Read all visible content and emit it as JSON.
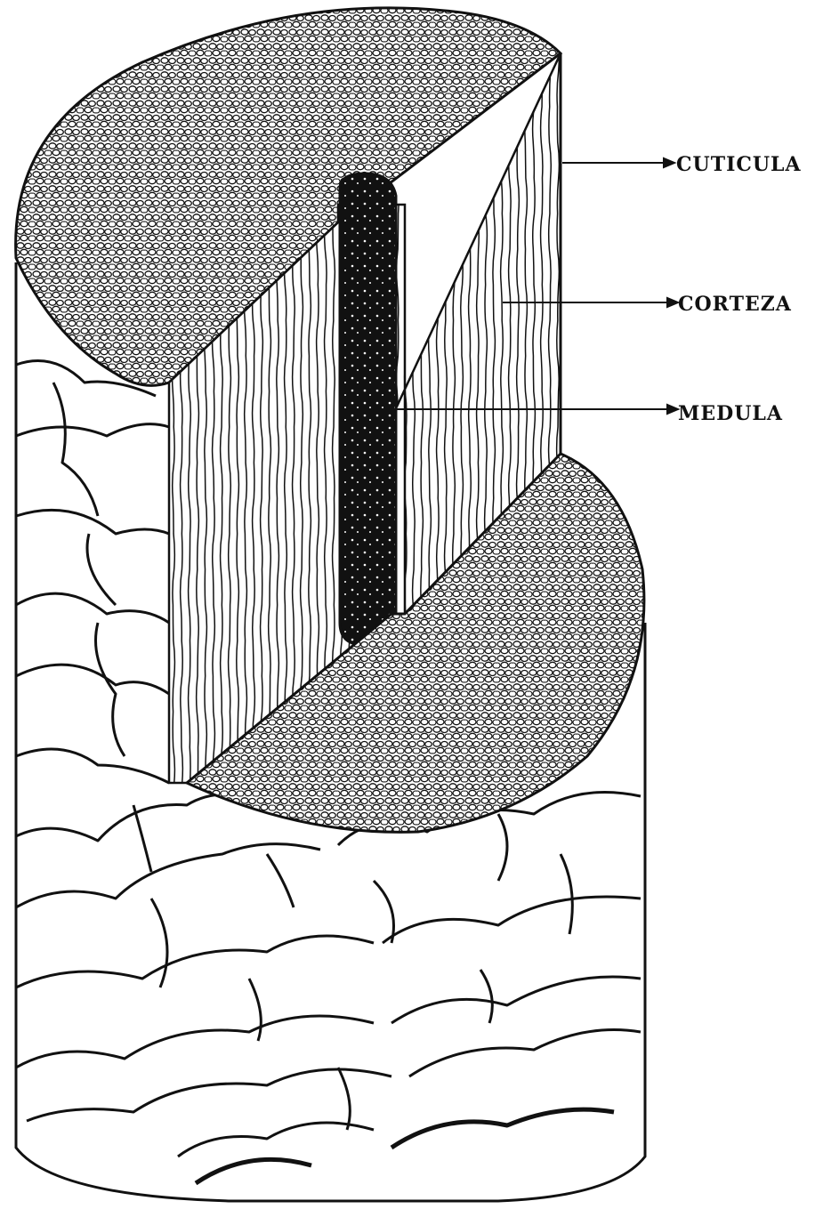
{
  "labels": {
    "cuticula": "CUTICULA",
    "corteza": "CORTEZA",
    "medula": "MEDULA"
  },
  "colors": {
    "ink": "#111111",
    "paper": "#ffffff"
  }
}
